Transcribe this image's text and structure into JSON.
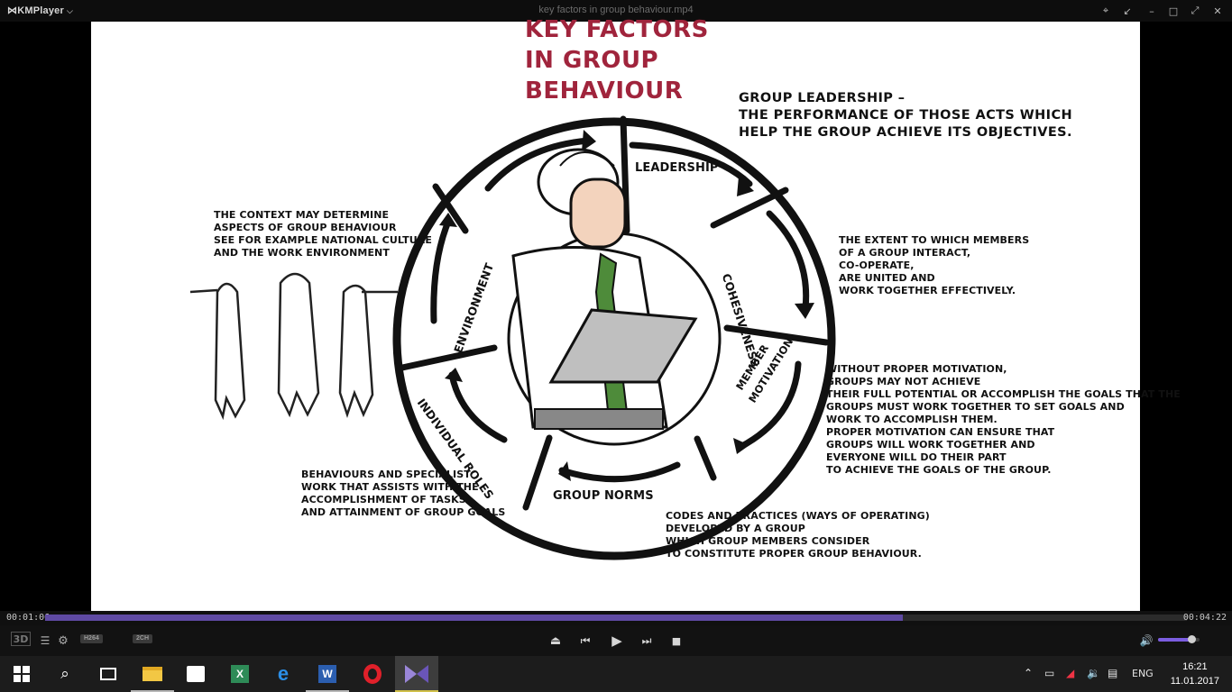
{
  "app": {
    "name": "KMPlayer",
    "window_title": "key factors in group behaviour.mp4"
  },
  "video": {
    "title_lines": [
      "KEY FACTORS",
      "IN GROUP",
      "BEHAVIOUR"
    ],
    "ring_labels": {
      "leadership": "LEADERSHIP",
      "cohesiveness": "COHESIVENESS",
      "member_motivation_1": "MEMBER",
      "member_motivation_2": "MOTIVATION",
      "group_norms": "GROUP NORMS",
      "individual_roles": "INDIVIDUAL ROLES",
      "environment": "ENVIRONMENT"
    },
    "leadership_text": "GROUP LEADERSHIP –\nTHE PERFORMANCE OF THOSE ACTS WHICH\nHELP THE GROUP ACHIEVE ITS OBJECTIVES.",
    "environment_text": "THE CONTEXT MAY DETERMINE\nASPECTS OF GROUP BEHAVIOUR\nSEE FOR EXAMPLE NATIONAL CULTURE\nAND THE WORK ENVIRONMENT",
    "cohesiveness_text": "THE EXTENT TO WHICH MEMBERS\nOF A GROUP INTERACT,\nCO-OPERATE,\nARE UNITED AND\nWORK TOGETHER EFFECTIVELY.",
    "motivation_text": "WITHOUT PROPER MOTIVATION,\nGROUPS MAY NOT ACHIEVE\nTHEIR FULL POTENTIAL OR ACCOMPLISH THE GOALS THAT THE\nGROUPS MUST WORK TOGETHER TO SET GOALS AND\nWORK TO ACCOMPLISH THEM.\nPROPER MOTIVATION CAN ENSURE THAT\nGROUPS WILL WORK TOGETHER AND\nEVERYONE WILL DO THEIR PART\nTO ACHIEVE THE GOALS OF THE GROUP.",
    "roles_text": "BEHAVIOURS AND SPECIALIST\nWORK THAT ASSISTS WITH THE\nACCOMPLISHMENT OF TASKS\nAND ATTAINMENT OF GROUP GOALS",
    "norms_text": "CODES AND PRACTICES (WAYS OF OPERATING)\nDEVELOPED BY A GROUP\nWHICH GROUP MEMBERS CONSIDER\nTO CONSTITUTE PROPER GROUP BEHAVIOUR."
  },
  "playback": {
    "elapsed": "00:01:06",
    "total": "00:04:22",
    "progress_fraction": 0.751,
    "volume_fraction": 0.8
  },
  "controls": {
    "badge_3d": "3D",
    "codec_badge": "H264",
    "channels_badge": "2CH"
  },
  "taskbar": {
    "time": "16:21",
    "date": "11.01.2017",
    "language": "ENG"
  },
  "colors": {
    "accent": "#5f4aa3",
    "title_red": "#a0243c",
    "tie_green": "#4e8b3a"
  }
}
